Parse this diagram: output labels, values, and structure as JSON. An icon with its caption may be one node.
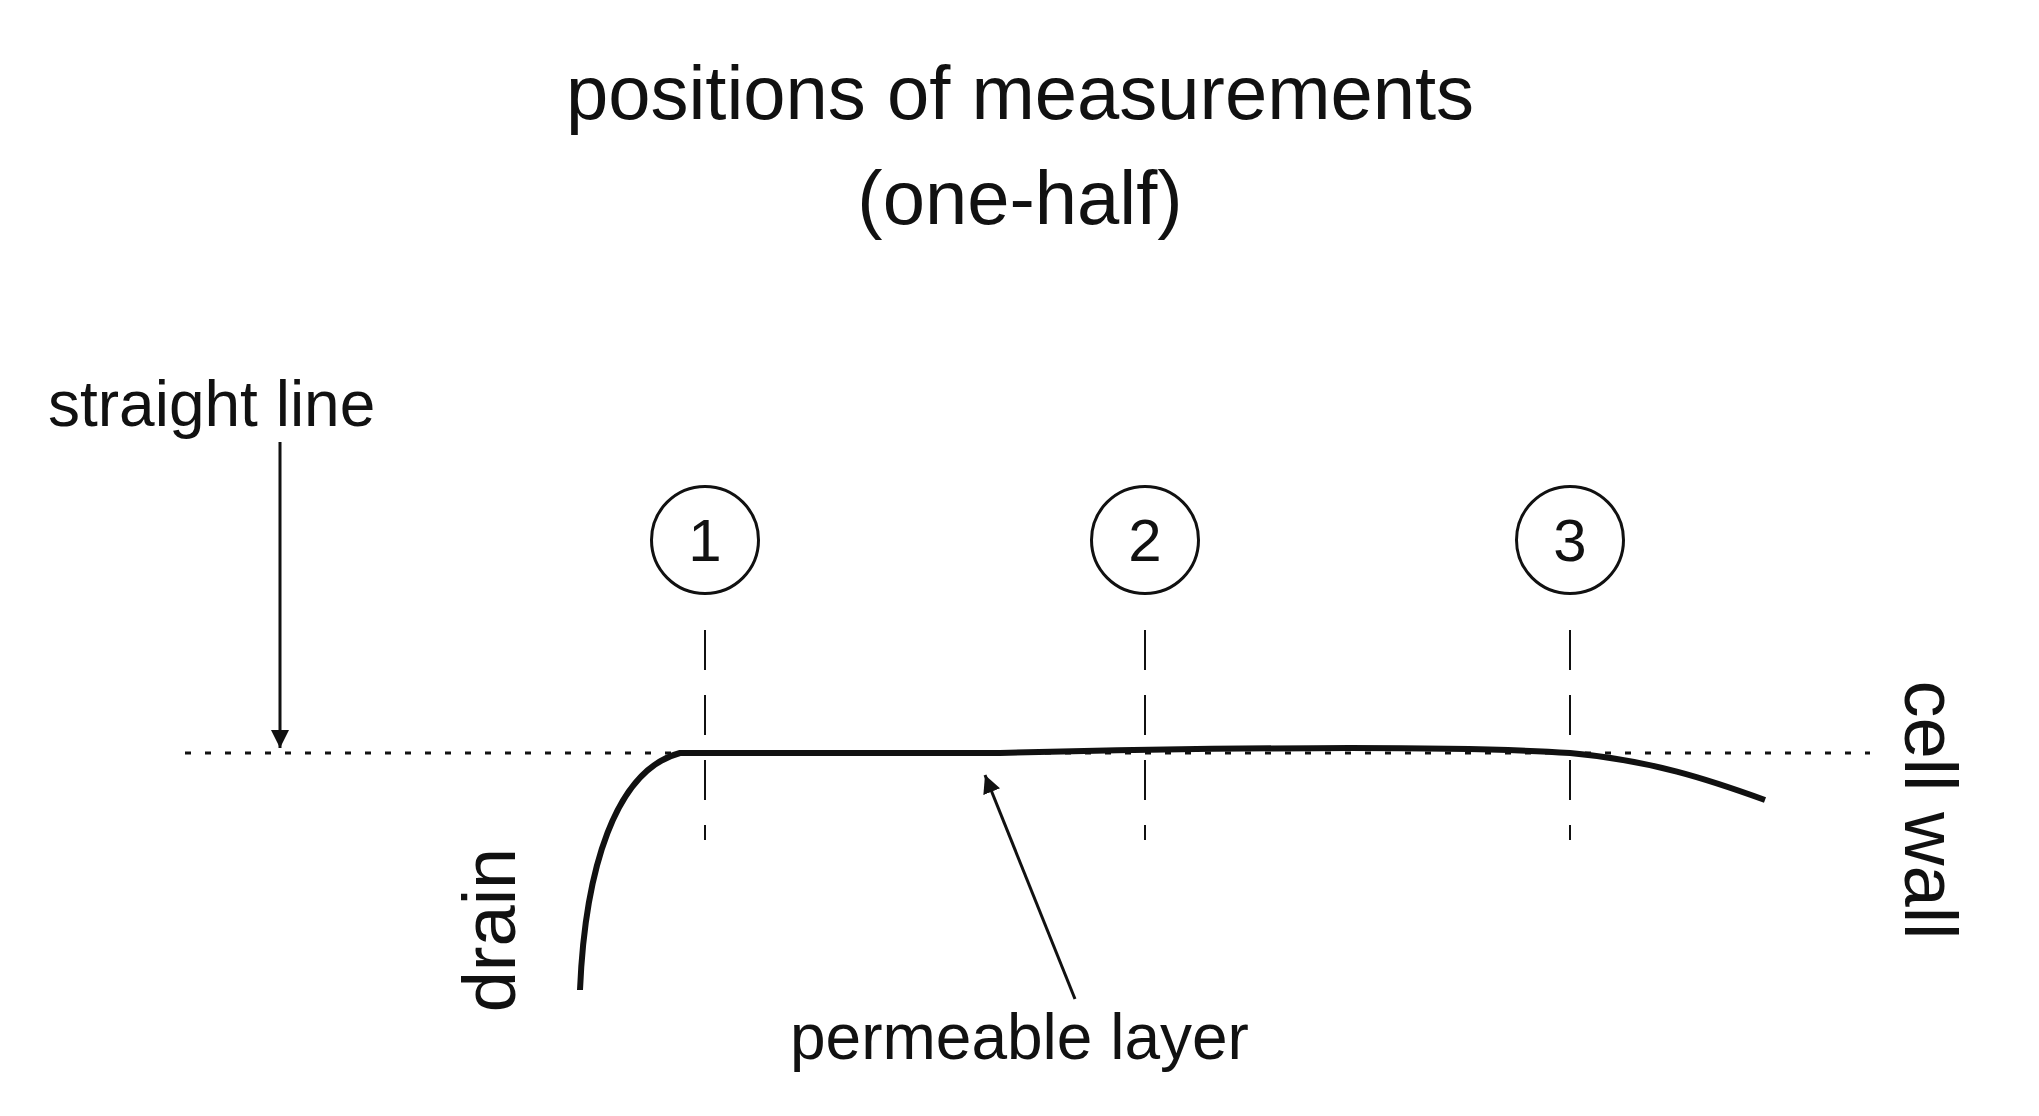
{
  "diagram": {
    "title": "positions of measurements (one-half)",
    "nodes": [
      {
        "text": [
          "straight line"
        ]
      },
      {
        "text": [],
        "shape": "line"
      },
      {
        "text": [
          "permeable layer"
        ]
      },
      {
        "text": [],
        "shape": "curve"
      },
      {
        "text": [
          "1"
        ]
      },
      {
        "text": [
          "2"
        ]
      },
      {
        "text": [
          "3"
        ]
      }
    ],
    "edges": [
      {
        "from": 0,
        "to": 1,
        "arrow": "to"
      },
      {
        "from": 2,
        "to": 3,
        "arrow": "to"
      }
    ],
    "labels": [
      "drain",
      "cell wall"
    ]
  }
}
